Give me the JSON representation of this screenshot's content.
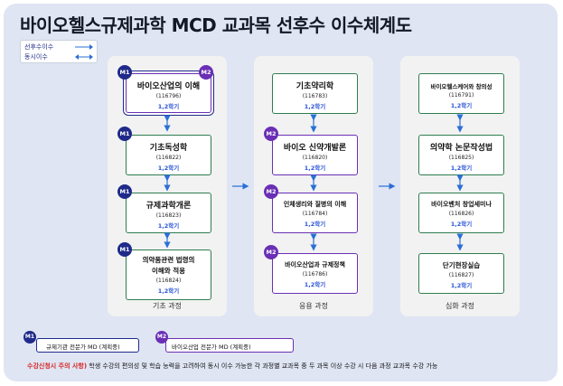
{
  "title": "바이오헬스규제과학 MCD 교과목 선후수 이수체계도",
  "legend": {
    "prerequisite": "선후수이수",
    "concurrent": "동시이수"
  },
  "badges": {
    "m1": "M1",
    "m2": "M2"
  },
  "columns": [
    {
      "label": "기초 과정"
    },
    {
      "label": "응용 과정"
    },
    {
      "label": "심화 과정"
    }
  ],
  "courses": {
    "c1": [
      {
        "name": "바이오산업의 이해",
        "code": "(116796)",
        "sem": "1,2학기"
      },
      {
        "name": "기초독성학",
        "code": "(116822)",
        "sem": "1,2학기"
      },
      {
        "name": "규제과학개론",
        "code": "(116823)",
        "sem": "1,2학기"
      },
      {
        "name1": "의약품관련 법령의",
        "name2": "이해와 적용",
        "code": "(116824)",
        "sem": "1,2학기"
      }
    ],
    "c2": [
      {
        "name": "기초약리학",
        "code": "(116783)",
        "sem": "1,2학기"
      },
      {
        "name": "바이오 신약개발론",
        "code": "(116820)",
        "sem": "1,2학기"
      },
      {
        "name": "인체생리와 질병의 이해",
        "code": "(116784)",
        "sem": "1,2학기"
      },
      {
        "name": "바이오산업과 규제정책",
        "code": "(116786)",
        "sem": "1,2학기"
      }
    ],
    "c3": [
      {
        "name": "바이오헬스케어와 창의성",
        "code": "(116791)",
        "sem": "1,2학기"
      },
      {
        "name": "의약학 논문작성법",
        "code": "(116825)",
        "sem": "1,2학기"
      },
      {
        "name": "바이오벤처 창업세미나",
        "code": "(116826)",
        "sem": "1,2학기"
      },
      {
        "name": "단기현장실습",
        "code": "(116827)",
        "sem": "1,2학기"
      }
    ]
  },
  "key": {
    "m1": "규제기관 전문가 MD (계획중)",
    "m2": "바이오산업 전문가 MD (계획중)"
  },
  "note": {
    "warning": "수강신청시 주의 사항)",
    "text": "학생 수강의 편의성 및 학습 능력을 고려하여 동시 이수 가능한 각 과정별 교과목 중 두 과목 이상 수강 시 다음 과정 교과목 수강 가능"
  },
  "colors": {
    "navy": "#1f2a8a",
    "purple": "#6a2fb5",
    "green": "#2e7d4f",
    "blue": "#2b6fd6",
    "red": "#d62828"
  }
}
